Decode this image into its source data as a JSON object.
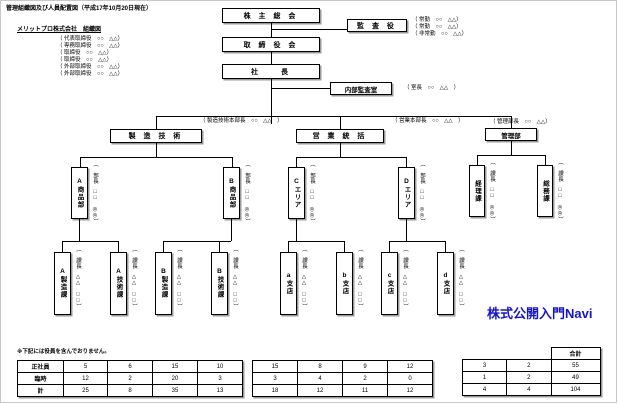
{
  "header": {
    "title": "管理組織図及び人員配置図（平成17年10月20日現在）",
    "company": "メリットプロ株式会社　組織図"
  },
  "directors": [
    "（ 代表取締役　○○　△△）",
    "（ 専務取締役　○○　△△）",
    "（ 取締役　○○　△△）",
    "（ 取締役　○○　△△）",
    "（ 外部取締役　○○　△△）",
    "（ 外部取締役　○○　△△）"
  ],
  "top_boxes": {
    "shareholders": "株 主 総 会",
    "board": "取 締 役 会",
    "president": "社　　長",
    "auditor": "監 査 役",
    "internal_audit": "内部監査室"
  },
  "auditor_members": [
    "（ 常勤　○○　△△）",
    "（ 常勤　○○　△△）",
    "（ 非常勤　○○　△△）"
  ],
  "internal_audit_note": "（ 室長　○○　△△　）",
  "divisions": [
    {
      "name": "製 造 技 術",
      "note": "（ 製造技術本部長　○○　△△　）"
    },
    {
      "name": "営 業 統 括",
      "note": "（ 営業本部長　○○　△△　）"
    },
    {
      "name": "管理部",
      "note": "（ 管理部長　○○　△△）"
    }
  ],
  "mid_units": [
    {
      "name": "A商品部",
      "note": "（ 部長　□□　◎◎）"
    },
    {
      "name": "B商品部",
      "note": "（ 部長　□□　◎◎）"
    },
    {
      "name": "Cエリア",
      "note": "（ 部長　□□　◎◎）"
    },
    {
      "name": "Dエリア",
      "note": "（ 部長　□□　◎◎）"
    },
    {
      "name": "経理課",
      "note": "（ 課長　□□　◎◎）"
    },
    {
      "name": "総務課",
      "note": "（ 課長　□□　◎◎）"
    }
  ],
  "leaf_units": [
    {
      "name": "A製造課",
      "note": "（ 課長　△△　□□）"
    },
    {
      "name": "A技術課",
      "note": "（ 課長　△△　□□）"
    },
    {
      "name": "B製造課",
      "note": "（ 課長　△△　□□）"
    },
    {
      "name": "B技術課",
      "note": "（ 課長　△△　□□）"
    },
    {
      "name": "a支店",
      "note": "（ 課長　△△　□□）"
    },
    {
      "name": "b支店",
      "note": "（ 課長　△△　□□）"
    },
    {
      "name": "c支店",
      "note": "（ 課長　△△　□□）"
    },
    {
      "name": "d支店",
      "note": "（ 課長　△△　□□）"
    }
  ],
  "footnote": "※下記には役員を含んでおりません。",
  "brand": "株式公開入門Navi",
  "chart_data": {
    "type": "table",
    "title": "人員配置表",
    "row_labels": [
      "正社員",
      "臨時",
      "計"
    ],
    "total_header": "合計",
    "tables": [
      {
        "values": [
          [
            5,
            6,
            15,
            10
          ],
          [
            12,
            2,
            20,
            3
          ],
          [
            25,
            8,
            35,
            13
          ]
        ]
      },
      {
        "values": [
          [
            15,
            8,
            9,
            12
          ],
          [
            3,
            4,
            2,
            0
          ],
          [
            18,
            12,
            11,
            12
          ]
        ]
      },
      {
        "values": [
          [
            3,
            2,
            55
          ],
          [
            1,
            2,
            49
          ],
          [
            4,
            4,
            104
          ]
        ]
      }
    ]
  }
}
